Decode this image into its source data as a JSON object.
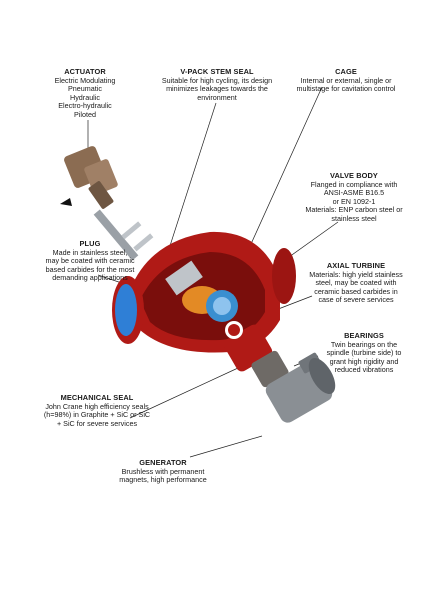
{
  "colors": {
    "valve_red": "#b01a16",
    "valve_red_dark": "#7a0e0c",
    "flange_blue": "#2f7fd6",
    "motor_gray": "#8a8f94",
    "actuator_bronze": "#8b6c52",
    "turbine_blue": "#3a8fd0",
    "turbine_orange": "#e38a25",
    "leader_line": "#222222"
  },
  "callouts": [
    {
      "id": "actuator",
      "title": "ACTUATOR",
      "lines": [
        "Electric Modulating",
        "Pneumatic",
        "Hydraulic",
        "Electro-hydraulic",
        "Piloted"
      ]
    },
    {
      "id": "v-pack-stem-seal",
      "title": "V-PACK STEM SEAL",
      "lines": [
        "Suitable for high cycling, its design",
        "minimizes leakages towards the",
        "environment"
      ]
    },
    {
      "id": "cage",
      "title": "CAGE",
      "lines": [
        "Internal or external, single or",
        "multistage for cavitation control"
      ]
    },
    {
      "id": "valve-body",
      "title": "VALVE BODY",
      "lines": [
        "Flanged in compliance with",
        "ANSI-ASME B16.5",
        "or EN 1092-1",
        "Materials: ENP carbon steel or",
        "stainless steel"
      ]
    },
    {
      "id": "plug",
      "title": "PLUG",
      "lines": [
        "Made in stainless steel,",
        "may be coated with ceramic",
        "based carbides for the most",
        "demanding applications"
      ]
    },
    {
      "id": "axial-turbine",
      "title": "AXIAL TURBINE",
      "lines": [
        "Materials: high yield stainless",
        "steel, may be coated with",
        "ceramic based carbides in",
        "case of severe services"
      ]
    },
    {
      "id": "bearings",
      "title": "BEARINGS",
      "lines": [
        "Twin bearings on the",
        "spindle (turbine side) to",
        "grant high rigidity and",
        "reduced vibrations"
      ]
    },
    {
      "id": "mechanical-seal",
      "title": "MECHANICAL SEAL",
      "lines": [
        "John Crane high efficiency seals",
        "(h=98%) in Graphite + SiC or SiC",
        "+ SiC for severe services"
      ]
    },
    {
      "id": "generator",
      "title": "GENERATOR",
      "lines": [
        "Brushless with permanent",
        "magnets, high performance"
      ]
    }
  ]
}
